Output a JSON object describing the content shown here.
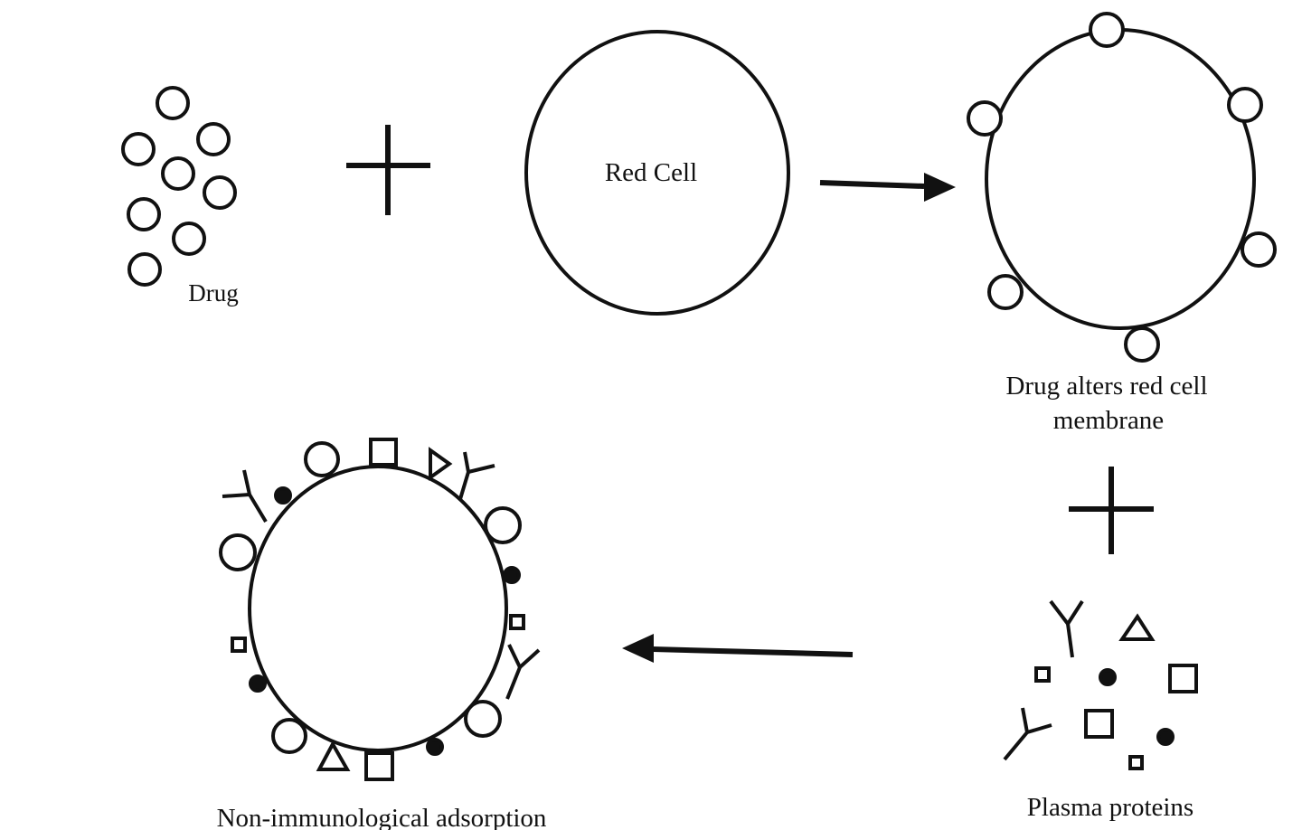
{
  "labels": {
    "drug": "Drug",
    "red_cell": "Red Cell",
    "altered_line1": "Drug alters red cell",
    "altered_line2": "membrane",
    "plasma_proteins": "Plasma proteins",
    "adsorption": "Non-immunological adsorption"
  },
  "colors": {
    "ink": "#111111",
    "background": "#ffffff"
  }
}
